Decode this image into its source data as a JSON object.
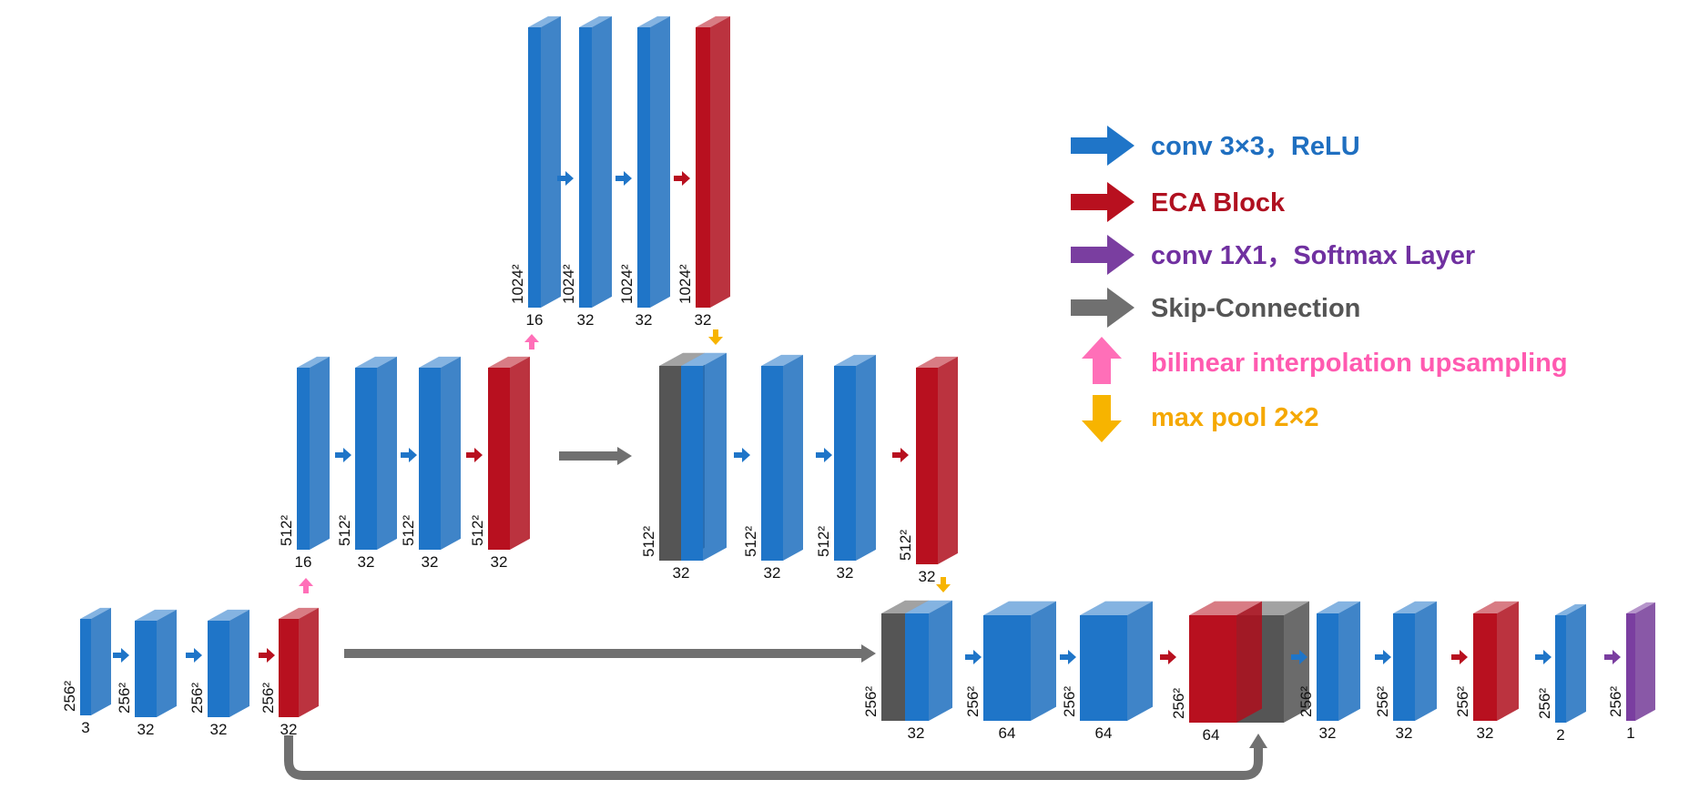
{
  "colors": {
    "conv": "#1f75c8",
    "eca": "#b8101f",
    "softmax": "#7a3ea0",
    "skip": "#707070",
    "upsample": "#ff6fb8",
    "maxpool": "#f7b400"
  },
  "legend": [
    {
      "icon": "blue-arrow-icon",
      "label": "conv 3×3，ReLU",
      "color": "#1f6fc0"
    },
    {
      "icon": "red-arrow-icon",
      "label": "ECA Block",
      "color": "#b01020"
    },
    {
      "icon": "purple-arrow-icon",
      "label": "conv 1X1，Softmax Layer",
      "color": "#7030a0"
    },
    {
      "icon": "gray-arrow-icon",
      "label": "Skip-Connection",
      "color": "#555555"
    },
    {
      "icon": "pink-up-arrow-icon",
      "label": "bilinear interpolation upsampling",
      "color": "#ff5ab0"
    },
    {
      "icon": "orange-down-arrow-icon",
      "label": "max pool 2×2",
      "color": "#f5a800"
    }
  ],
  "blocks": {
    "top": [
      {
        "res": "1024²",
        "ch": "16",
        "kind": "conv"
      },
      {
        "res": "1024²",
        "ch": "32",
        "kind": "conv"
      },
      {
        "res": "1024²",
        "ch": "32",
        "kind": "conv"
      },
      {
        "res": "1024²",
        "ch": "32",
        "kind": "eca"
      }
    ],
    "mid_left": [
      {
        "res": "512²",
        "ch": "16",
        "kind": "conv"
      },
      {
        "res": "512²",
        "ch": "32",
        "kind": "conv"
      },
      {
        "res": "512²",
        "ch": "32",
        "kind": "conv"
      },
      {
        "res": "512²",
        "ch": "32",
        "kind": "eca"
      }
    ],
    "mid_right": [
      {
        "res": "512²",
        "ch": "32",
        "kind": "concat"
      },
      {
        "res": "512²",
        "ch": "32",
        "kind": "conv"
      },
      {
        "res": "512²",
        "ch": "32",
        "kind": "conv"
      },
      {
        "res": "512²",
        "ch": "32",
        "kind": "eca"
      }
    ],
    "bottom_left": [
      {
        "res": "256²",
        "ch": "3",
        "kind": "conv"
      },
      {
        "res": "256²",
        "ch": "32",
        "kind": "conv"
      },
      {
        "res": "256²",
        "ch": "32",
        "kind": "conv"
      },
      {
        "res": "256²",
        "ch": "32",
        "kind": "eca"
      }
    ],
    "bottom_right": [
      {
        "res": "256²",
        "ch": "32",
        "kind": "concat"
      },
      {
        "res": "256²",
        "ch": "64",
        "kind": "conv"
      },
      {
        "res": "256²",
        "ch": "64",
        "kind": "conv"
      },
      {
        "res": "256²",
        "ch": "64",
        "kind": "eca-concat"
      },
      {
        "res": "256²",
        "ch": "32",
        "kind": "conv"
      },
      {
        "res": "256²",
        "ch": "32",
        "kind": "conv"
      },
      {
        "res": "256²",
        "ch": "32",
        "kind": "eca"
      },
      {
        "res": "256²",
        "ch": "2",
        "kind": "conv"
      },
      {
        "res": "256²",
        "ch": "1",
        "kind": "softmax"
      }
    ]
  }
}
